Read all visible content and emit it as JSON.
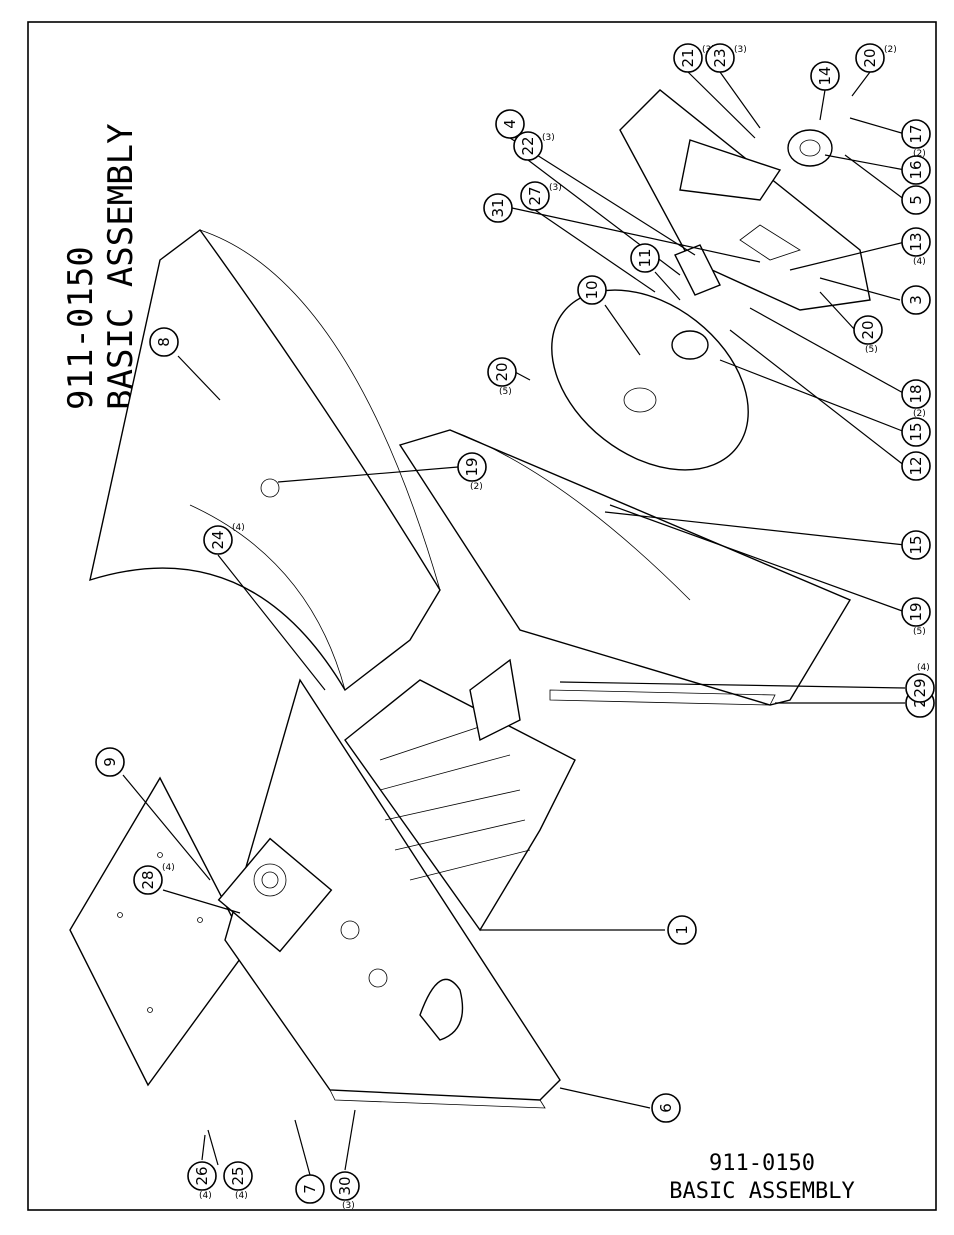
{
  "title_vertical": {
    "line1": "911-0150",
    "line2": "BASIC ASSEMBLY"
  },
  "title_block": {
    "line1": "911-0150",
    "line2": "BASIC ASSEMBLY"
  },
  "callouts": [
    {
      "num": "1",
      "qty": ""
    },
    {
      "num": "2",
      "qty": ""
    },
    {
      "num": "3",
      "qty": ""
    },
    {
      "num": "4",
      "qty": ""
    },
    {
      "num": "5",
      "qty": ""
    },
    {
      "num": "6",
      "qty": ""
    },
    {
      "num": "7",
      "qty": ""
    },
    {
      "num": "8",
      "qty": ""
    },
    {
      "num": "9",
      "qty": ""
    },
    {
      "num": "10",
      "qty": ""
    },
    {
      "num": "11",
      "qty": ""
    },
    {
      "num": "12",
      "qty": ""
    },
    {
      "num": "13",
      "qty": "(4)"
    },
    {
      "num": "14",
      "qty": ""
    },
    {
      "num": "15",
      "qty": ""
    },
    {
      "num": "15",
      "qty": ""
    },
    {
      "num": "16",
      "qty": ""
    },
    {
      "num": "17",
      "qty": "(2)"
    },
    {
      "num": "18",
      "qty": "(2)"
    },
    {
      "num": "19",
      "qty": "(2)"
    },
    {
      "num": "19",
      "qty": "(5)"
    },
    {
      "num": "20",
      "qty": "(2)"
    },
    {
      "num": "20",
      "qty": "(5)"
    },
    {
      "num": "20",
      "qty": "(5)"
    },
    {
      "num": "21",
      "qty": "(3)"
    },
    {
      "num": "22",
      "qty": "(3)"
    },
    {
      "num": "23",
      "qty": "(3)"
    },
    {
      "num": "24",
      "qty": "(4)"
    },
    {
      "num": "25",
      "qty": "(4)"
    },
    {
      "num": "26",
      "qty": "(4)"
    },
    {
      "num": "27",
      "qty": "(3)"
    },
    {
      "num": "28",
      "qty": "(4)"
    },
    {
      "num": "29",
      "qty": "(4)"
    },
    {
      "num": "30",
      "qty": "(3)"
    },
    {
      "num": "31",
      "qty": ""
    }
  ]
}
